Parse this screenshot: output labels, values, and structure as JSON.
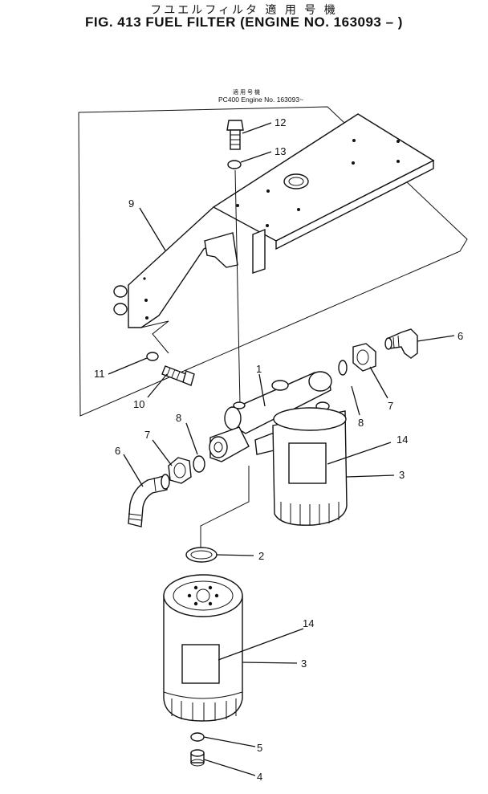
{
  "header": {
    "japanese": "フユエルフィルタ 適 用 号 機",
    "title": "FIG. 413  FUEL FILTER (ENGINE NO. 163093 –  )"
  },
  "applicability": {
    "japanese": "適用号機",
    "text": "PC400  Engine  No.  163093~"
  },
  "labels": {
    "p1": "1",
    "p2": "2",
    "p3a": "3",
    "p3b": "3",
    "p4": "4",
    "p5": "5",
    "p6a": "6",
    "p6b": "6",
    "p7a": "7",
    "p7b": "7",
    "p8a": "8",
    "p8b": "8",
    "p9": "9",
    "p10": "10",
    "p11": "11",
    "p12": "12",
    "p13": "13",
    "p14a": "14",
    "p14b": "14"
  }
}
